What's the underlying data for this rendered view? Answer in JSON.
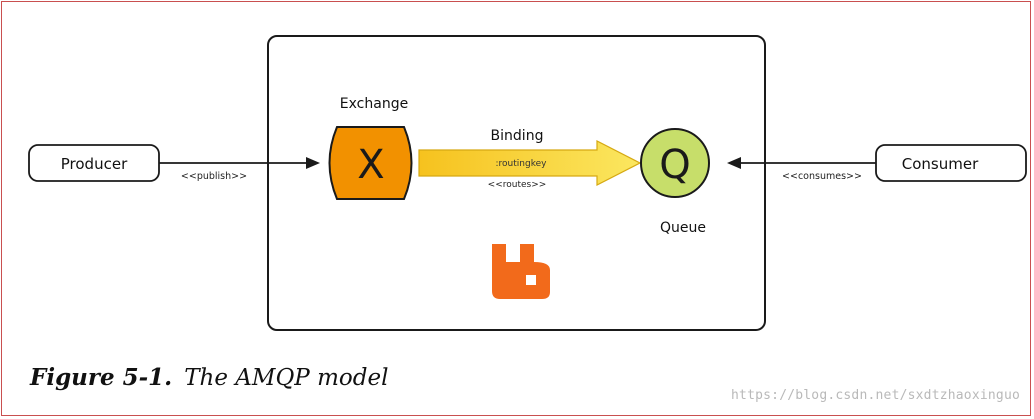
{
  "diagram": {
    "producer_label": "Producer",
    "consumer_label": "Consumer",
    "exchange_title": "Exchange",
    "exchange_symbol": "X",
    "queue_title": "Queue",
    "queue_symbol": "Q",
    "binding_title": "Binding",
    "routing_key": ":routingkey",
    "routes_label": "<<routes>>",
    "publish_label": "<<publish>>",
    "consumes_label": "<<consumes>>",
    "logo_icon": "rabbitmq-logo-icon"
  },
  "colors": {
    "exchange_fill": "#f29100",
    "queue_fill": "#c7de6a",
    "binding_fill": "#fbe35a",
    "logo": "#f26a1b",
    "frame_border": "#c94f4f"
  },
  "caption": {
    "figure_number": "Figure 5-1.",
    "figure_title": "The AMQP model"
  },
  "watermark": "https://blog.csdn.net/sxdtzhaoxinguo"
}
